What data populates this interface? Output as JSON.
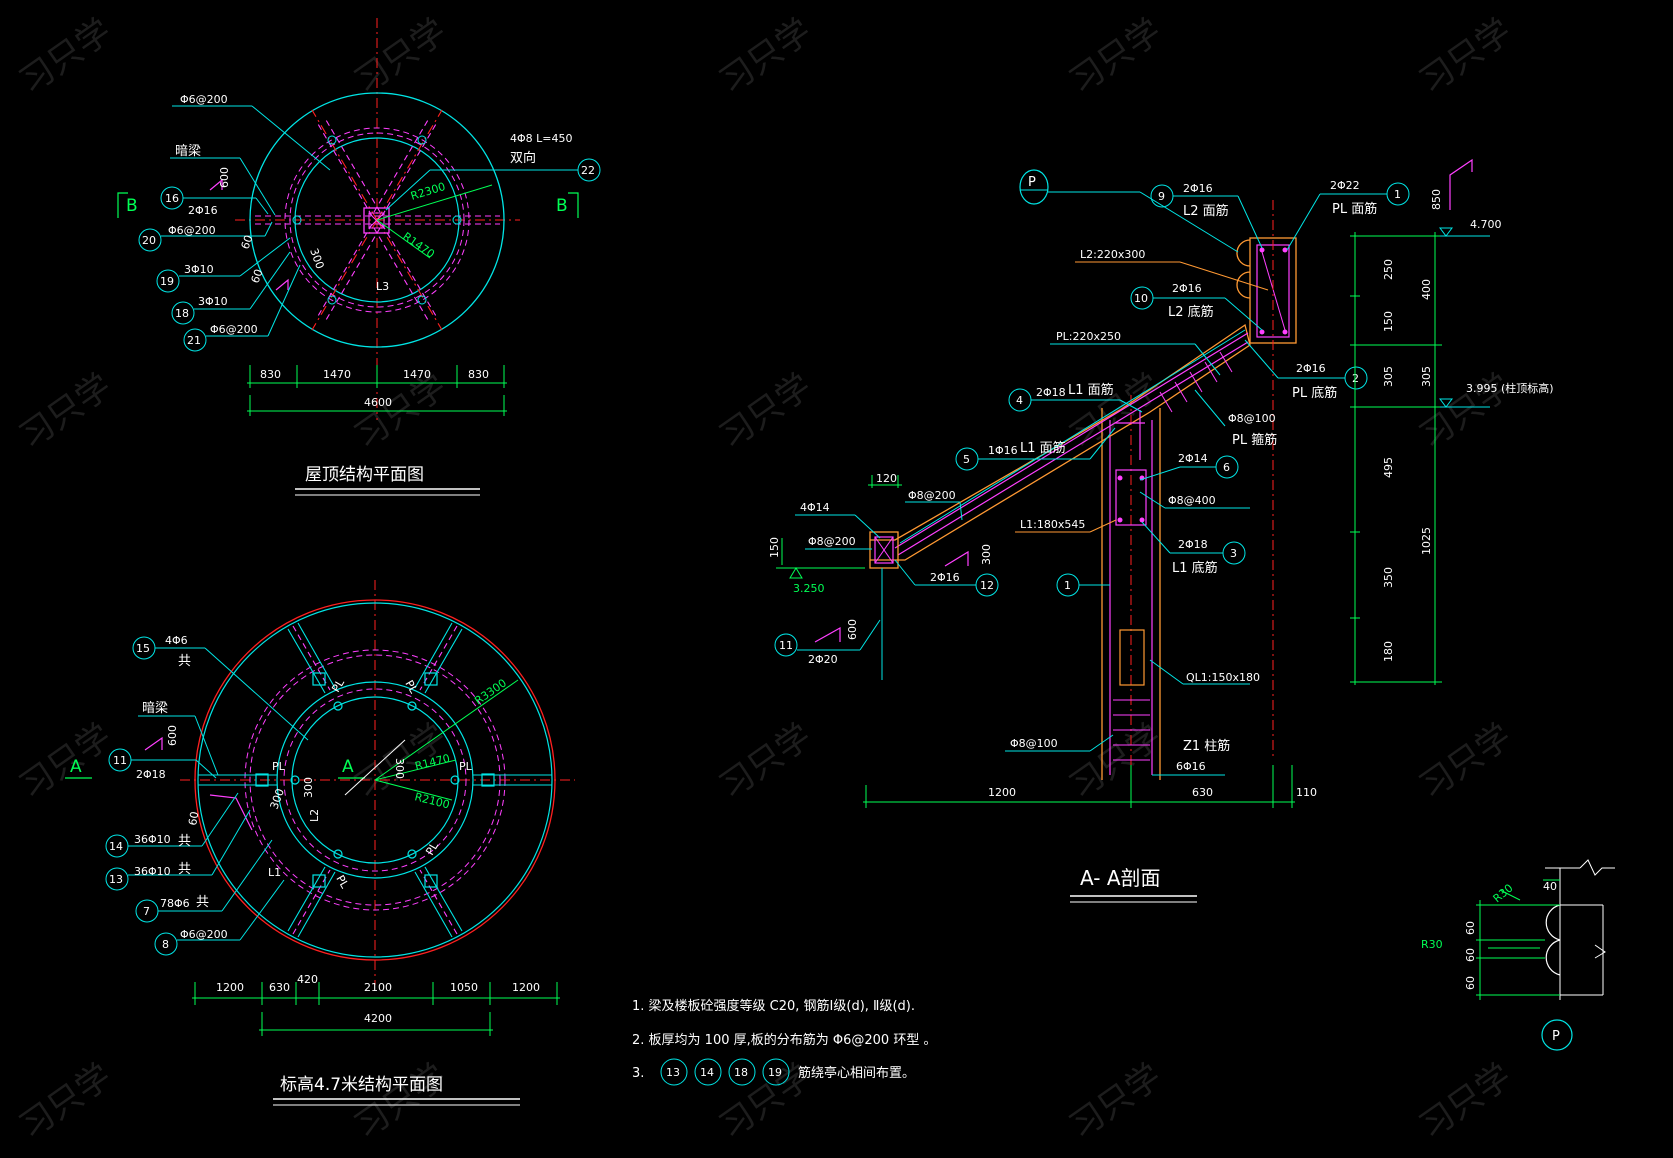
{
  "plan_roof": {
    "title": "屋顶结构平面图",
    "section_mark": "B",
    "labels": {
      "c1": "Φ6@200",
      "anliang": "暗梁",
      "l16": "2Φ16",
      "l20": "Φ6@200",
      "l19": "3Φ10",
      "l18": "3Φ10",
      "l21": "Φ6@200",
      "b600": "600",
      "b60": "60",
      "b300": "300",
      "b60b": "60",
      "top1": "4Φ8 L=450",
      "top2": "双向",
      "r2300": "R2300",
      "r1470": "R1470",
      "l3": "L3"
    },
    "callouts": [
      "16",
      "20",
      "19",
      "18",
      "21",
      "22"
    ],
    "dims": [
      "830",
      "1470",
      "1470",
      "830"
    ],
    "total": "4600"
  },
  "plan_floor": {
    "title": "标高4.7米结构平面图",
    "section_mark": "A",
    "labels": {
      "l15a": "4Φ6",
      "l15b": "共",
      "anliang": "暗梁",
      "l11": "2Φ18",
      "b600": "600",
      "l14": "36Φ10",
      "l14b": "共",
      "l13": "36Φ10",
      "l13b": "共",
      "l7": "78Φ6",
      "l7b": "共",
      "l8": "Φ6@200",
      "b60": "60",
      "b300": "300",
      "b300b": "300",
      "pl1": "PL",
      "pl2": "PL",
      "pl3": "PL",
      "pl4": "PL",
      "pl5": "PL",
      "pl6": "PL",
      "l1": "L1",
      "l2": "L2",
      "r3300": "R3300",
      "r1470": "R1470",
      "r2100": "R2100"
    },
    "callouts": [
      "15",
      "11",
      "14",
      "13",
      "7",
      "8"
    ],
    "dims": [
      "1200",
      "630",
      "420",
      "2100",
      "1050",
      "1200"
    ],
    "total": "4200"
  },
  "section": {
    "title": "A- A剖面",
    "mark": "P",
    "labels": {
      "c9a": "2Φ16",
      "c9b": "L2 面筋",
      "c1a": "2Φ22",
      "c1b": "PL 面筋",
      "l2size": "L2:220x300",
      "c10a": "2Φ16",
      "c10b": "L2 底筋",
      "plsize": "PL:220x250",
      "c2a": "2Φ16",
      "c2b": "PL 底筋",
      "c4a": "2Φ18",
      "c4b": "L1 面筋",
      "gu1": "Φ8@100",
      "gu2": "PL 箍筋",
      "c5a": "1Φ16",
      "c5b": "L1 面筋",
      "c6a": "2Φ14",
      "phi8a400": "Φ8@400",
      "l1size": "L1:180x545",
      "c3a": "2Φ18",
      "c3b": "L1 底筋",
      "d120": "120",
      "p200": "Φ8@200",
      "l4phi": "4Φ14",
      "phi8b": "Φ8@200",
      "d150": "150",
      "el3250": "3.250",
      "d300": "300",
      "c12": "2Φ16",
      "d600": "600",
      "c11": "2Φ20",
      "ql": "QL1:150x180",
      "phi8c": "Φ8@100",
      "z1": "Z1 柱筋",
      "z1b": "6Φ16",
      "el4700": "4.700",
      "el3995": "3.995 (柱顶标高)",
      "d850": "850"
    },
    "callouts": [
      "9",
      "1",
      "10",
      "2",
      "4",
      "5",
      "6",
      "3",
      "12",
      "11",
      "1"
    ],
    "bottom_dims": [
      "1200",
      "630",
      "110"
    ],
    "right_dims_a": [
      "250",
      "150",
      "305",
      "495",
      "350",
      "180"
    ],
    "right_dims_b": [
      "400",
      "305",
      "1025"
    ]
  },
  "detail_p": {
    "mark": "P",
    "r30a": "R30",
    "r30b": "R30",
    "d40": "40",
    "d60a": "60",
    "d60b": "60",
    "d60c": "60"
  },
  "notes": {
    "n1": "1. 梁及楼板砼强度等级    C20, 钢筋Ⅰ级(d), Ⅱ级(d).",
    "n2": "2. 板厚均为  100  厚,板的分布筋为   Φ6@200   环型  。",
    "n3pre": "3.",
    "n3circles": [
      "13",
      "14",
      "18",
      "19"
    ],
    "n3post": "筋绕亭心相间布置。"
  },
  "watermark": "习只学"
}
